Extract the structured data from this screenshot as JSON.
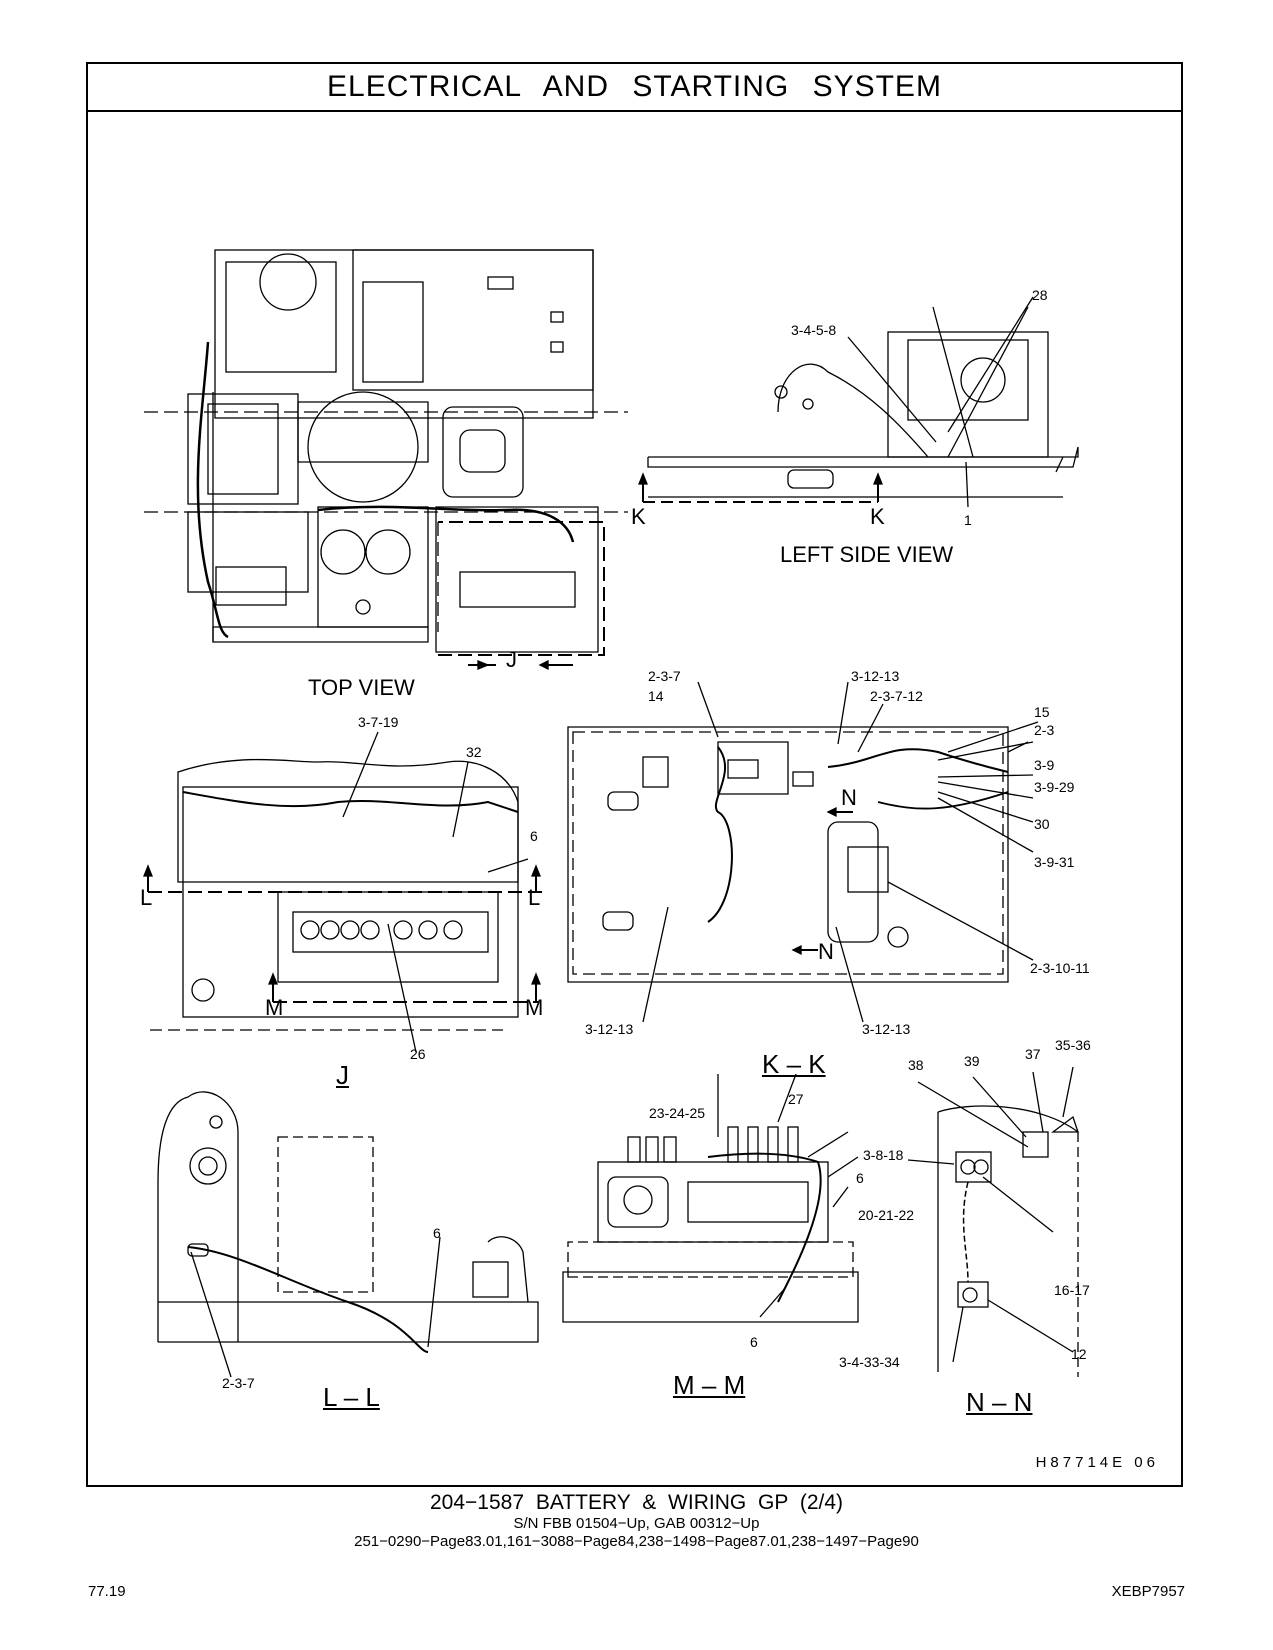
{
  "document": {
    "title": "ELECTRICAL AND STARTING SYSTEM",
    "figure_id": "H87714E 06",
    "caption_main": "204−1587 BATTERY & WIRING GP (2/4)",
    "caption_serial": "S/N FBB 01504−Up, GAB 00312−Up",
    "caption_refs": "251−0290−Page83.01,161−3088−Page84,238−1498−Page87.01,238−1497−Page90",
    "page_number": "77.19",
    "doc_id": "XEBP7957"
  },
  "views": {
    "top_view": "TOP VIEW",
    "left_side_view": "LEFT SIDE VIEW",
    "j": "J",
    "k_k": "K – K",
    "l_l": "L – L",
    "m_m": "M – M",
    "n_n": "N – N"
  },
  "section_marks": {
    "j_marker": "J",
    "k": "K",
    "l": "L",
    "m": "M",
    "n": "N"
  },
  "callouts": {
    "left_side": [
      "28",
      "3-4-5-8",
      "1"
    ],
    "j_view": [
      "3-7-19",
      "32",
      "6",
      "26"
    ],
    "kk_view": [
      "2-3-7",
      "14",
      "3-12-13",
      "2-3-7-12",
      "15",
      "2-3",
      "3-9",
      "3-9-29",
      "30",
      "3-9-31",
      "2-3-10-11",
      "3-12-13",
      "3-12-13"
    ],
    "ll_view": [
      "6",
      "2-3-7"
    ],
    "mm_view": [
      "23-24-25",
      "27",
      "3-8-18",
      "6",
      "20-21-22",
      "6"
    ],
    "nn_view": [
      "38",
      "39",
      "37",
      "35-36",
      "16-17",
      "3-4-33-34",
      "12"
    ]
  }
}
